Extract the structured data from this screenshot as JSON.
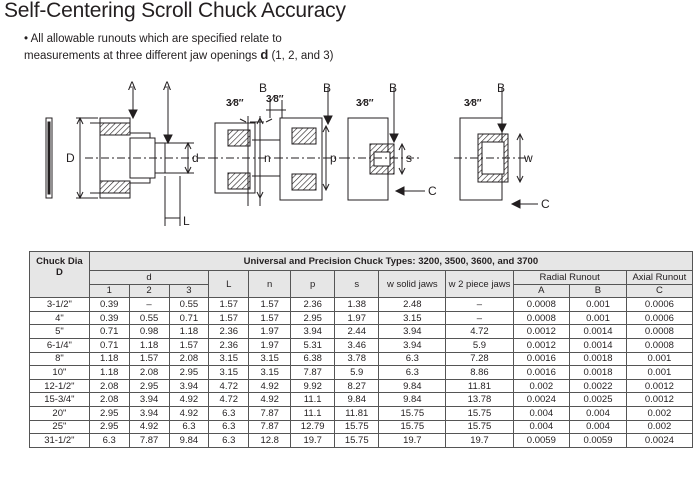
{
  "title": "Self-Centering Scroll Chuck Accuracy",
  "bullet": {
    "text_pre": "All allowable runouts which are specified relate to",
    "text_line2": "measurements at three different jaw openings ",
    "bold": "d",
    "text_post": " (1, 2, and 3)"
  },
  "diagram_labels": {
    "a1": "A",
    "a2": "A",
    "b1": "B",
    "b2": "B",
    "b3": "B",
    "b4": "B",
    "c1": "C",
    "c2": "C",
    "d_big": "D",
    "d_small": "d",
    "l": "L",
    "n": "n",
    "p": "p",
    "s": "s",
    "w": "w",
    "frac1": "3⁄8″",
    "frac2": "3⁄8″",
    "frac3": "3⁄8″",
    "frac4": "3⁄8″"
  },
  "table": {
    "chuck_header": "Chuck Dia D",
    "types_header": "Universal and Precision Chuck Types:  3200, 3500, 3600, and 3700",
    "d_header": "d",
    "d_sub": [
      "1",
      "2",
      "3"
    ],
    "L": "L",
    "n": "n",
    "p": "p",
    "s": "s",
    "w_solid": "w solid jaws",
    "w_piece": "w 2 piece jaws",
    "radial": "Radial Runout",
    "axial": "Axial Runout",
    "radial_sub": [
      "A",
      "B"
    ],
    "axial_sub": [
      "C"
    ],
    "rows": [
      [
        "3-1/2\"",
        "0.39",
        "–",
        "0.55",
        "1.57",
        "1.57",
        "2.36",
        "1.38",
        "2.48",
        "–",
        "0.0008",
        "0.001",
        "0.0006"
      ],
      [
        "4\"",
        "0.39",
        "0.55",
        "0.71",
        "1.57",
        "1.57",
        "2.95",
        "1.97",
        "3.15",
        "–",
        "0.0008",
        "0.001",
        "0.0006"
      ],
      [
        "5\"",
        "0.71",
        "0.98",
        "1.18",
        "2.36",
        "1.97",
        "3.94",
        "2.44",
        "3.94",
        "4.72",
        "0.0012",
        "0.0014",
        "0.0008"
      ],
      [
        "6-1/4\"",
        "0.71",
        "1.18",
        "1.57",
        "2.36",
        "1.97",
        "5.31",
        "3.46",
        "3.94",
        "5.9",
        "0.0012",
        "0.0014",
        "0.0008"
      ],
      [
        "8\"",
        "1.18",
        "1.57",
        "2.08",
        "3.15",
        "3.15",
        "6.38",
        "3.78",
        "6.3",
        "7.28",
        "0.0016",
        "0.0018",
        "0.001"
      ],
      [
        "10\"",
        "1.18",
        "2.08",
        "2.95",
        "3.15",
        "3.15",
        "7.87",
        "5.9",
        "6.3",
        "8.86",
        "0.0016",
        "0.0018",
        "0.001"
      ],
      [
        "12-1/2\"",
        "2.08",
        "2.95",
        "3.94",
        "4.72",
        "4.92",
        "9.92",
        "8.27",
        "9.84",
        "11.81",
        "0.002",
        "0.0022",
        "0.0012"
      ],
      [
        "15-3/4\"",
        "2.08",
        "3.94",
        "4.92",
        "4.72",
        "4.92",
        "11.1",
        "9.84",
        "9.84",
        "13.78",
        "0.0024",
        "0.0025",
        "0.0012"
      ],
      [
        "20\"",
        "2.95",
        "3.94",
        "4.92",
        "6.3",
        "7.87",
        "11.1",
        "11.81",
        "15.75",
        "15.75",
        "0.004",
        "0.004",
        "0.002"
      ],
      [
        "25\"",
        "2.95",
        "4.92",
        "6.3",
        "6.3",
        "7.87",
        "12.79",
        "15.75",
        "15.75",
        "15.75",
        "0.004",
        "0.004",
        "0.002"
      ],
      [
        "31-1/2\"",
        "6.3",
        "7.87",
        "9.84",
        "6.3",
        "12.8",
        "19.7",
        "15.75",
        "19.7",
        "19.7",
        "0.0059",
        "0.0059",
        "0.0024"
      ]
    ]
  }
}
